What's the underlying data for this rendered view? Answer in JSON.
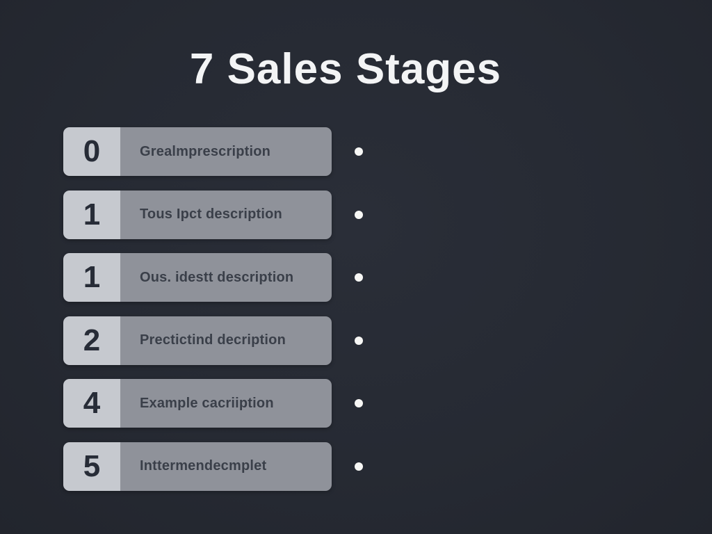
{
  "title": "7 Sales Stages",
  "colors": {
    "background": "#262a33",
    "title_text": "#f3f4f5",
    "row_body": "#8f929a",
    "badge": "#c6c9cf",
    "number_text": "#272c37",
    "description_text": "#3a3f49",
    "bullet": "#f7f7f5"
  },
  "stages": [
    {
      "number": "0",
      "description": "Grealmprescription"
    },
    {
      "number": "1",
      "description": "Tous Ipct description"
    },
    {
      "number": "1",
      "description": "Ous. idestt description"
    },
    {
      "number": "2",
      "description": "Prectictind decription"
    },
    {
      "number": "4",
      "description": "Example cacriiption"
    },
    {
      "number": "5",
      "description": "Inttermendecmplet"
    }
  ]
}
